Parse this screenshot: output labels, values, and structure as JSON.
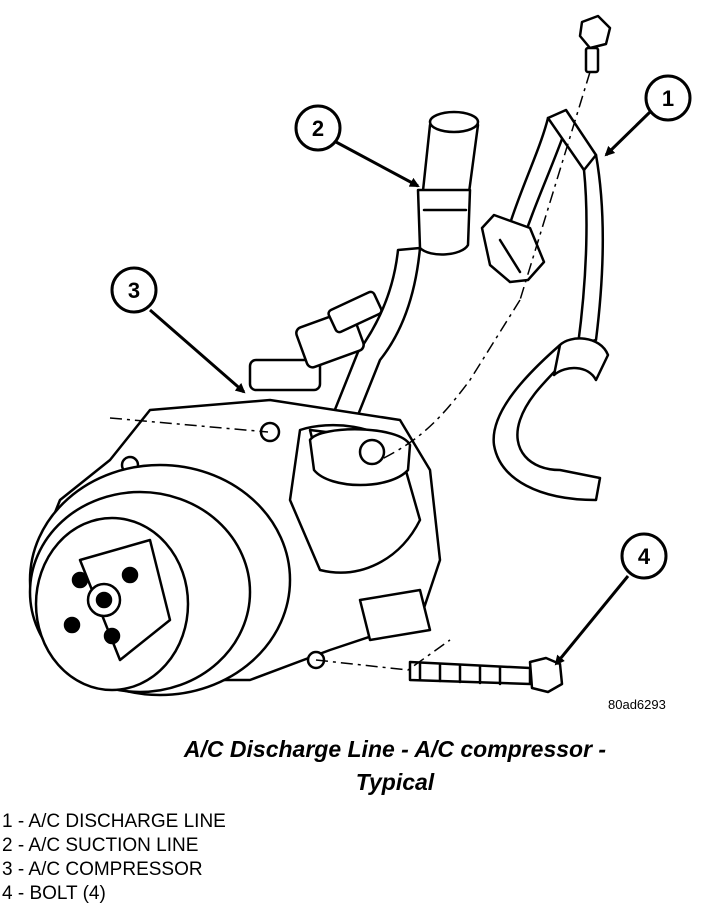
{
  "figure": {
    "id": "80ad6293",
    "callouts": [
      "1",
      "2",
      "3",
      "4"
    ]
  },
  "caption": {
    "line1": "A/C Discharge Line - A/C compressor -",
    "line2": "Typical"
  },
  "legend": [
    "1 - A/C DISCHARGE LINE",
    "2 - A/C SUCTION LINE",
    "3 - A/C COMPRESSOR",
    "4 - BOLT (4)"
  ]
}
